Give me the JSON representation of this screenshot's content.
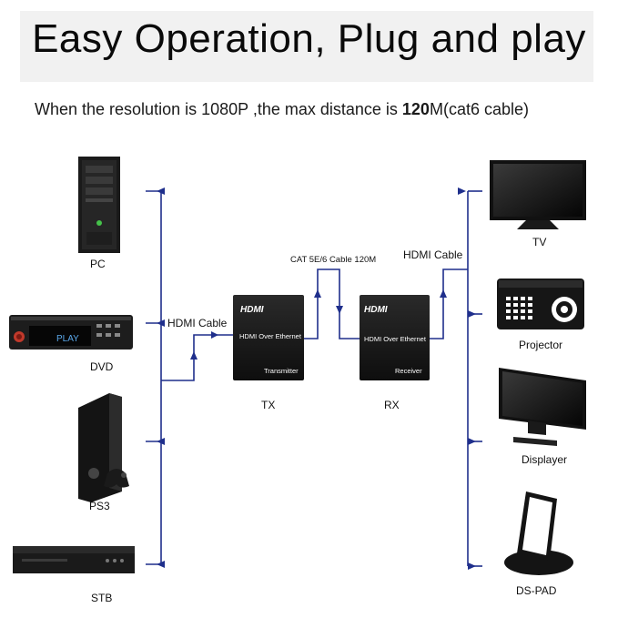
{
  "title": "Easy Operation, Plug and play",
  "subtitle": {
    "prefix": "When the resolution is 1080P ,the max distance is ",
    "distance": "120",
    "suffix": "M(cat6 cable)"
  },
  "sources": [
    {
      "label": "PC",
      "icon": "pc-tower-icon"
    },
    {
      "label": "DVD",
      "icon": "dvd-player-icon"
    },
    {
      "label": "PS3",
      "icon": "game-console-icon"
    },
    {
      "label": "STB",
      "icon": "set-top-box-icon"
    }
  ],
  "displays": [
    {
      "label": "TV",
      "icon": "tv-icon"
    },
    {
      "label": "Projector",
      "icon": "projector-icon"
    },
    {
      "label": "Displayer",
      "icon": "monitor-icon"
    },
    {
      "label": "DS-PAD",
      "icon": "tablet-stand-icon"
    }
  ],
  "cables": {
    "left": "HDMI Cable",
    "middle": "CAT 5E/6 Cable 120M",
    "right": "HDMI Cable"
  },
  "tx": {
    "label": "TX",
    "brand": "HDMI",
    "line1": "HDMI Over Ethernet",
    "line2": "Transmitter"
  },
  "rx": {
    "label": "RX",
    "brand": "HDMI",
    "line1": "HDMI Over Ethernet",
    "line2": "Receiver"
  },
  "dvd_screen_text": "PLAY",
  "colors": {
    "line": "#1f2f8c",
    "device": "#1c1c1c",
    "banner": "#f1f1f1"
  }
}
